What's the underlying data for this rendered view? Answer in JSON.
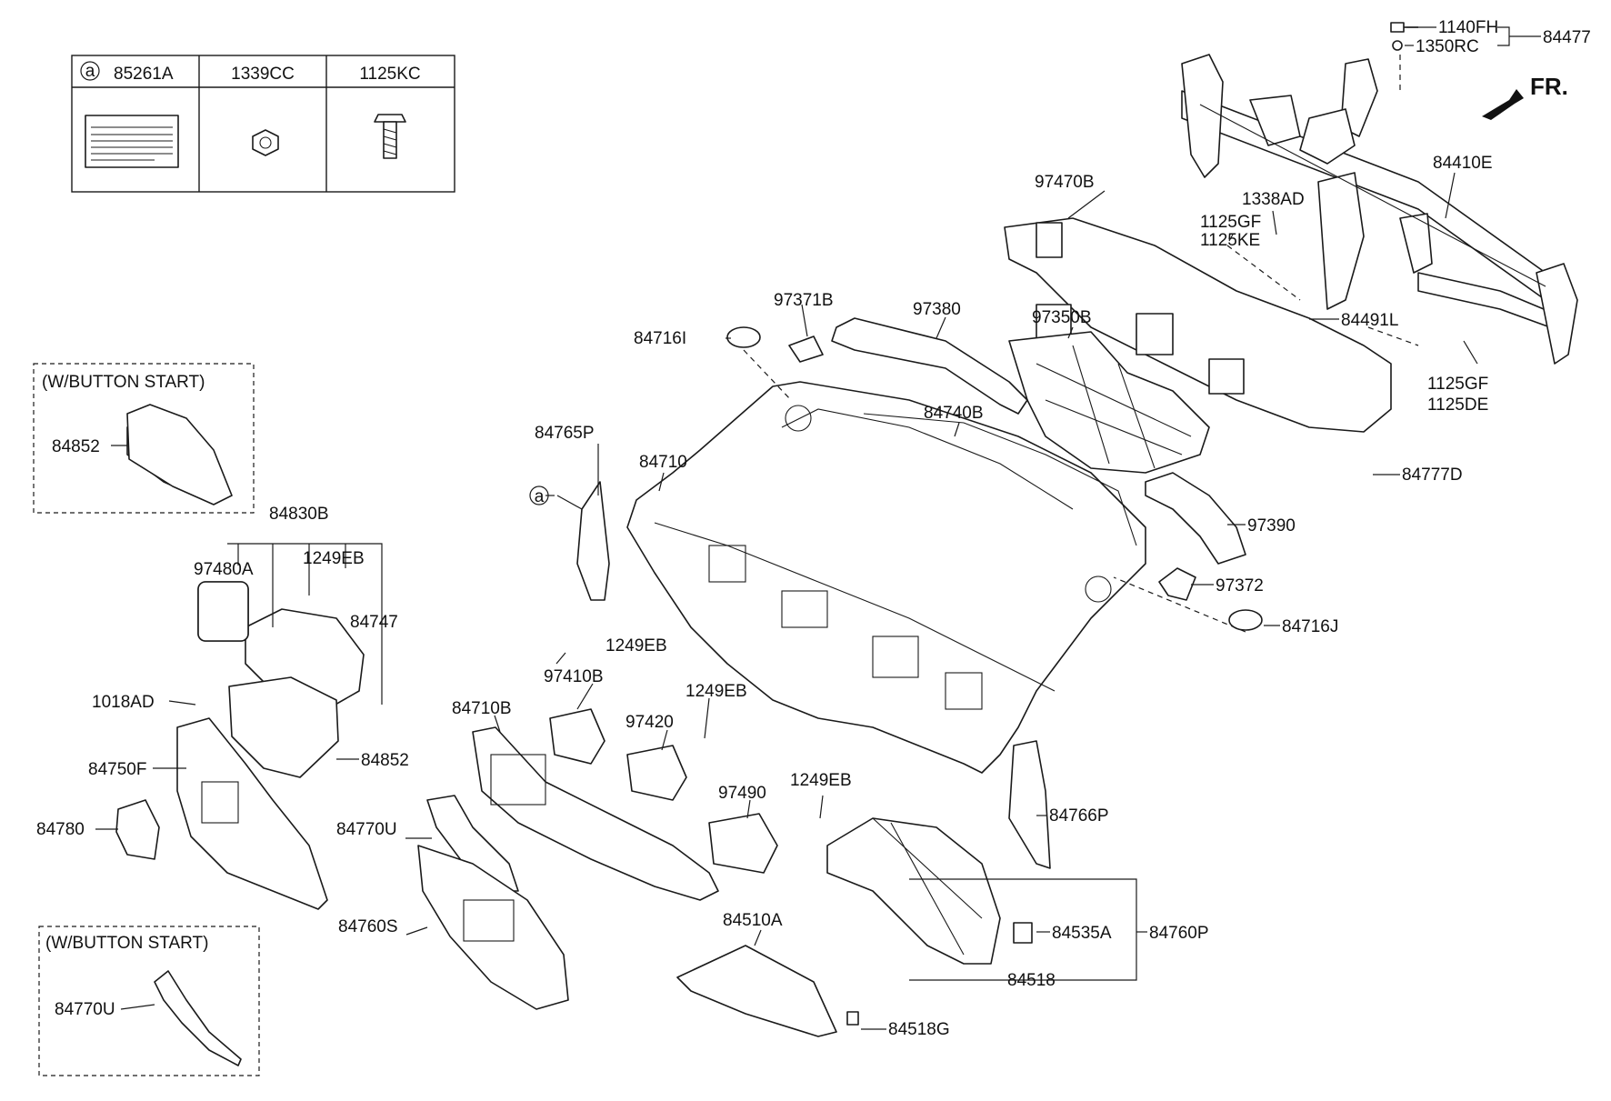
{
  "legend_table": {
    "marker": "a",
    "columns": [
      "85261A",
      "1339CC",
      "1125KC"
    ]
  },
  "notes": {
    "button_start_top": "(W/BUTTON START)",
    "button_start_bottom": "(W/BUTTON START)",
    "direction": "FR."
  },
  "callout_marker": "a",
  "labels": {
    "p1140FH": "1140FH",
    "p1350RC": "1350RC",
    "p84477": "84477",
    "p84410E": "84410E",
    "p97470B": "97470B",
    "p1338AD": "1338AD",
    "p1125GF_a": "1125GF",
    "p1125KE": "1125KE",
    "p84491L": "84491L",
    "p1125GF_b": "1125GF",
    "p1125DE": "1125DE",
    "p84777D": "84777D",
    "p97371B": "97371B",
    "p97380": "97380",
    "p97350B": "97350B",
    "p84716I": "84716I",
    "p84740B": "84740B",
    "p84765P": "84765P",
    "p84710": "84710",
    "p97390": "97390",
    "p97372": "97372",
    "p84716J": "84716J",
    "p84852_top": "84852",
    "p84830B": "84830B",
    "p97480A": "97480A",
    "p1249EB_a": "1249EB",
    "p84747": "84747",
    "p1018AD": "1018AD",
    "p84852_mid": "84852",
    "p84750F": "84750F",
    "p84780": "84780",
    "p1249EB_b": "1249EB",
    "p97410B": "97410B",
    "p1249EB_c": "1249EB",
    "p97420": "97420",
    "p84710B": "84710B",
    "p97490": "97490",
    "p1249EB_d": "1249EB",
    "p84770U_a": "84770U",
    "p84766P": "84766P",
    "p84760S": "84760S",
    "p84510A": "84510A",
    "p84535A": "84535A",
    "p84760P": "84760P",
    "p84518": "84518",
    "p84518G": "84518G",
    "p84770U_b": "84770U"
  }
}
